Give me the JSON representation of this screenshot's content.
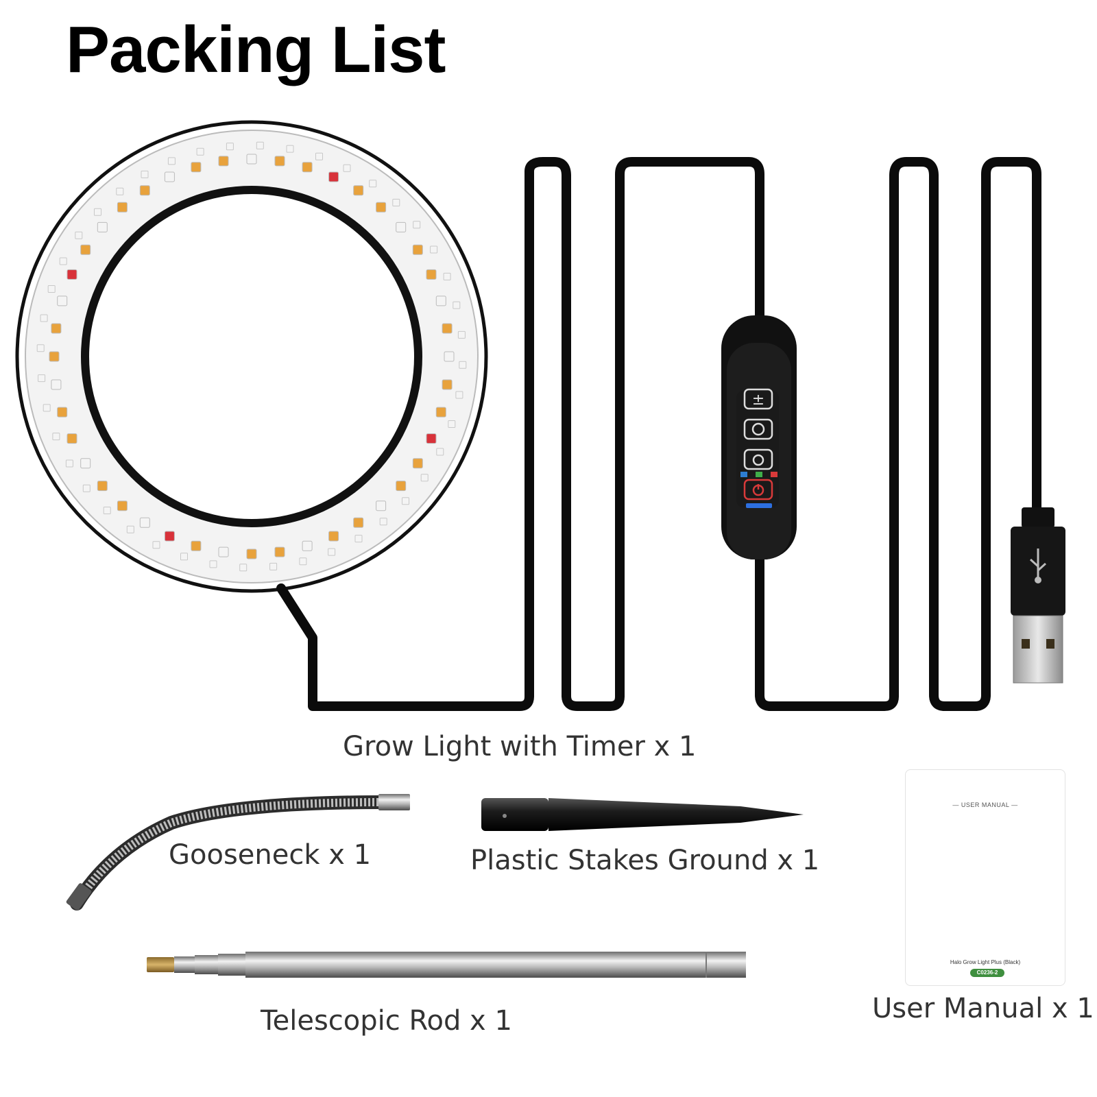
{
  "title": "Packing List",
  "items": [
    {
      "label": "Grow Light with Timer x 1",
      "quantity": 1
    },
    {
      "label": "Gooseneck  x 1",
      "quantity": 1
    },
    {
      "label": "Plastic Stakes Ground  x 1",
      "quantity": 1
    },
    {
      "label": "Telescopic Rod  x 1",
      "quantity": 1
    },
    {
      "label": "User Manual x 1",
      "quantity": 1
    }
  ],
  "manual": {
    "header": "— USER MANUAL —",
    "product": "Halo Grow Light Plus (Black)",
    "code": "C0236-2"
  },
  "controller": {
    "buttons": [
      "plus-minus-icon",
      "cycle-icon",
      "timer-icon",
      "power-icon"
    ],
    "indicator_colors": [
      "#2d7dd2",
      "#3fae4a",
      "#d83a3a"
    ]
  },
  "colors": {
    "cable": "#0b0b0b",
    "led_warm": "#e8a23c",
    "led_red": "#d8323a",
    "led_white": "#f4f4f4"
  }
}
